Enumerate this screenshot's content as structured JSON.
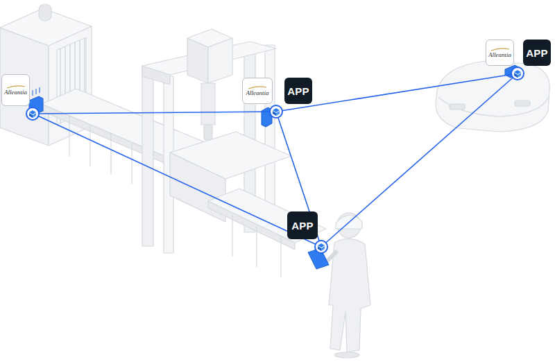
{
  "diagram": {
    "nodes": [
      {
        "text": [
          "Alleantia"
        ]
      },
      {
        "text": [
          "Alleantia"
        ]
      },
      {
        "text": [
          "APP"
        ]
      },
      {
        "text": [
          "Alleantia"
        ]
      },
      {
        "text": [
          "APP"
        ]
      },
      {
        "text": [
          "APP"
        ]
      }
    ],
    "edges": [
      {
        "from": 0,
        "to": 1,
        "arrow": "none"
      },
      {
        "from": 0,
        "to": 5,
        "arrow": "none"
      },
      {
        "from": 1,
        "to": 5,
        "arrow": "none"
      },
      {
        "from": 1,
        "to": 3,
        "arrow": "none"
      },
      {
        "from": 3,
        "to": 5,
        "arrow": "none"
      }
    ]
  }
}
